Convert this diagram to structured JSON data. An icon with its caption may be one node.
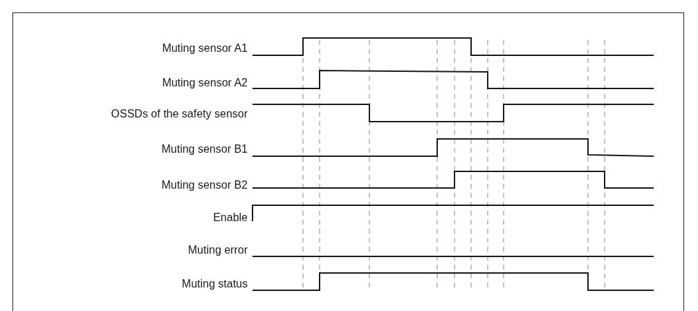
{
  "diagram": {
    "labels": [
      "Muting sensor A1",
      "Muting sensor A2",
      "OSSDs of the safety sensor",
      "Muting sensor B1",
      "Muting sensor B2",
      "Enable",
      "Muting error",
      "Muting status"
    ]
  }
}
